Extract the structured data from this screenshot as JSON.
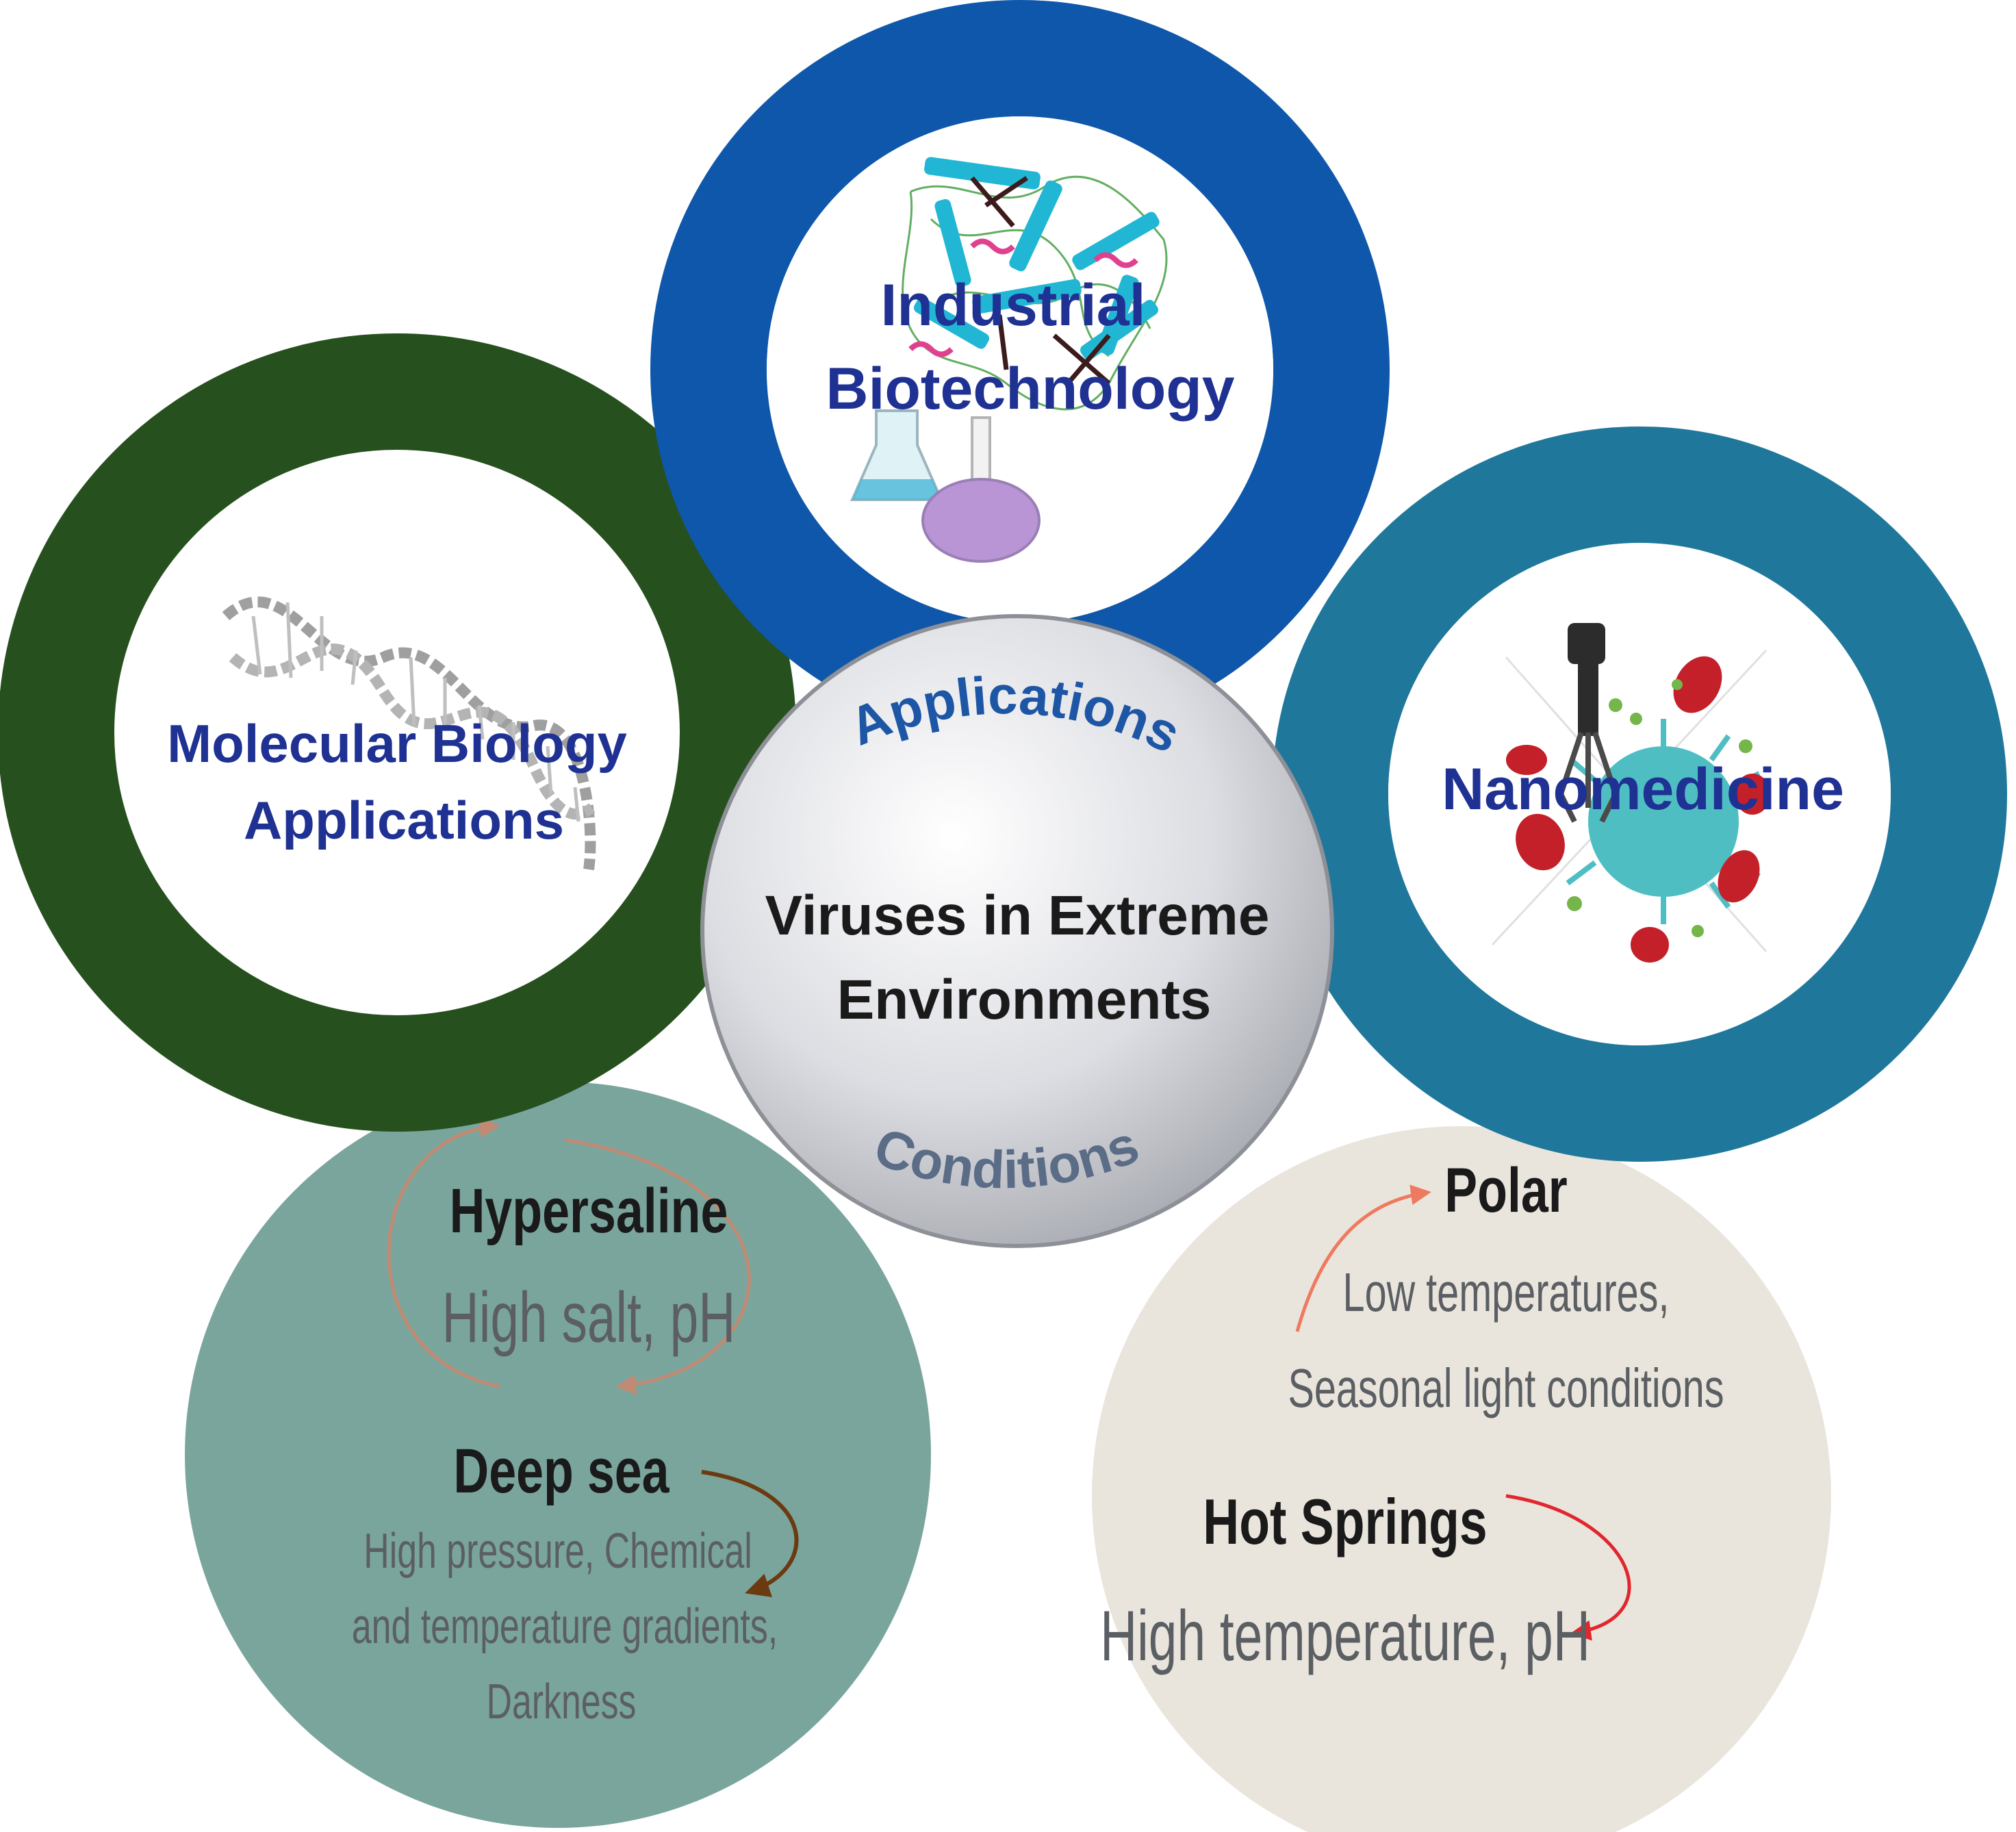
{
  "center": {
    "top_arc": "Applications",
    "title_line1": "Viruses in Extreme",
    "title_line2": "Environments",
    "bottom_arc": "Conditions"
  },
  "applications": {
    "industrial": {
      "line1": "Industrial",
      "line2": "Biotechnology",
      "icon": "protein-structure-and-flasks-icon",
      "ring_color": "#0e57aa"
    },
    "molecular": {
      "line1": "Molecular Biology",
      "line2": "Applications",
      "icon": "dna-helix-icon",
      "ring_color": "#26501e"
    },
    "nanomedicine": {
      "line1": "Nanomedicine",
      "icon": "nanorobot-virus-blood-cells-icon",
      "ring_color": "#1f779c"
    }
  },
  "conditions": {
    "left": {
      "fill": "#7aa59d",
      "hypersaline": {
        "title": "Hypersaline",
        "desc": "High salt, pH"
      },
      "deep_sea": {
        "title": "Deep sea",
        "desc1": "High pressure, Chemical",
        "desc2": "and temperature gradients,",
        "desc3": "Darkness"
      }
    },
    "right": {
      "fill": "#e9e5dc",
      "polar": {
        "title": "Polar",
        "desc1": "Low temperatures,",
        "desc2": "Seasonal light conditions"
      },
      "hot_springs": {
        "title": "Hot Springs",
        "desc": "High temperature, pH"
      }
    }
  },
  "colors": {
    "label_blue": "#1f3192",
    "arc_text_top": "#1e56a6",
    "arc_text_bottom": "#5a6c86",
    "dark_text": "#1a1a1a",
    "grey_text": "#5b5f63"
  }
}
